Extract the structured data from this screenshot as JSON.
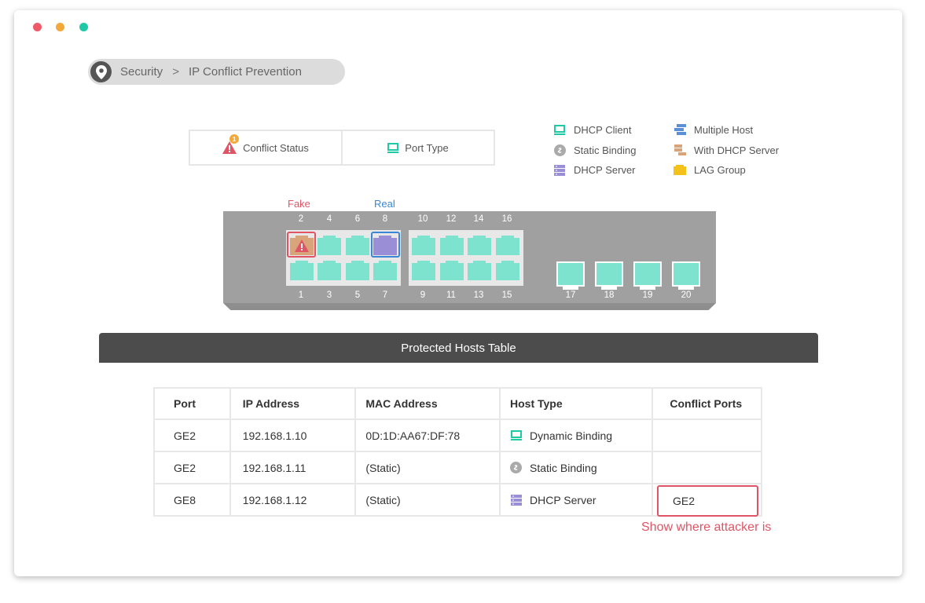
{
  "window": {
    "controls": [
      "close",
      "minimize",
      "maximize"
    ]
  },
  "breadcrumb": {
    "section": "Security",
    "separator": ">",
    "page": "IP Conflict Prevention"
  },
  "tabs": [
    {
      "label": "Conflict Status",
      "icon": "warning-icon",
      "badge": "1"
    },
    {
      "label": "Port Type",
      "icon": "monitor-icon"
    }
  ],
  "legend": {
    "col1": [
      {
        "label": "DHCP Client",
        "icon": "monitor-icon",
        "color": "#1ec9a5"
      },
      {
        "label": "Static Binding",
        "icon": "link-icon",
        "color": "#aaaaaa"
      },
      {
        "label": "DHCP Server",
        "icon": "server-icon",
        "color": "#9a8fd6"
      }
    ],
    "col2": [
      {
        "label": "Multiple Host",
        "icon": "multi-host-icon",
        "color": "#5b8fd6"
      },
      {
        "label": "With DHCP Server",
        "icon": "dhcp-server-mixed-icon",
        "color": "#d9a47a"
      },
      {
        "label": "LAG Group",
        "icon": "lag-group-icon",
        "color": "#f5c21b"
      }
    ]
  },
  "switch": {
    "fake_label": "Fake",
    "real_label": "Real",
    "top_ports": [
      "2",
      "4",
      "6",
      "8",
      "10",
      "12",
      "14",
      "16"
    ],
    "bottom_ports": [
      "1",
      "3",
      "5",
      "7",
      "9",
      "11",
      "13",
      "15"
    ],
    "sfp_ports": [
      "17",
      "18",
      "19",
      "20"
    ],
    "fake_port": "2",
    "real_port": "8"
  },
  "table": {
    "title": "Protected Hosts Table",
    "headers": [
      "Port",
      "IP Address",
      "MAC Address",
      "Host Type",
      "Conflict Ports"
    ],
    "rows": [
      {
        "port": "GE2",
        "ip": "192.168.1.10",
        "mac": "0D:1D:AA67:DF:78",
        "host_type": "Dynamic Binding",
        "host_icon": "monitor-icon",
        "conflict": ""
      },
      {
        "port": "GE2",
        "ip": "192.168.1.11",
        "mac": "(Static)",
        "host_type": "Static Binding",
        "host_icon": "link-icon",
        "conflict": ""
      },
      {
        "port": "GE8",
        "ip": "192.168.1.12",
        "mac": "(Static)",
        "host_type": "DHCP Server",
        "host_icon": "server-icon",
        "conflict": "GE2"
      }
    ],
    "annotation": "Show where attacker is"
  },
  "colors": {
    "accent_teal": "#1ec9a5",
    "alert_red": "#e05566",
    "real_blue": "#3a87d6",
    "port_teal": "#7de3cf"
  }
}
